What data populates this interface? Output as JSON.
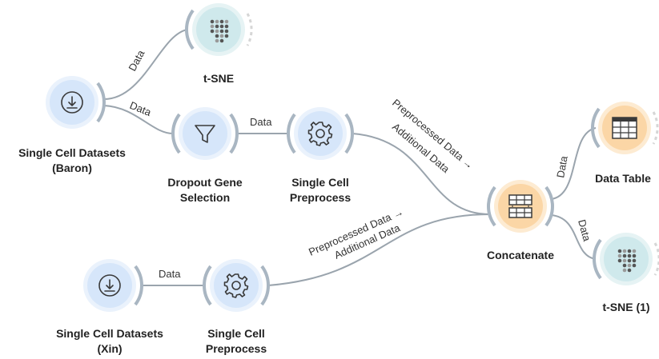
{
  "nodes": {
    "baron": {
      "label": "Single Cell Datasets\n(Baron)",
      "icon": "download-icon"
    },
    "xin": {
      "label": "Single Cell Datasets\n(Xin)",
      "icon": "download-icon"
    },
    "tsne": {
      "label": "t-SNE",
      "icon": "scatter-dots-icon"
    },
    "dropout": {
      "label": "Dropout Gene\nSelection",
      "icon": "funnel-icon"
    },
    "preprocess1": {
      "label": "Single Cell\nPreprocess",
      "icon": "gear-icon"
    },
    "preprocess2": {
      "label": "Single Cell\nPreprocess",
      "icon": "gear-icon"
    },
    "concatenate": {
      "label": "Concatenate",
      "icon": "concatenate-table-icon"
    },
    "data_table": {
      "label": "Data Table",
      "icon": "table-icon"
    },
    "tsne1": {
      "label": "t-SNE (1)",
      "icon": "scatter-dots-icon"
    }
  },
  "edges": {
    "baron_tsne": {
      "label": "Data"
    },
    "baron_dropout": {
      "label": "Data"
    },
    "dropout_preprocess1": {
      "label": "Data"
    },
    "preprocess1_concat_line1": {
      "label": "Preprocessed Data →"
    },
    "preprocess1_concat_line2": {
      "label": "Additional Data"
    },
    "xin_preprocess2": {
      "label": "Data"
    },
    "preprocess2_concat_line1": {
      "label": "Preprocessed Data →"
    },
    "preprocess2_concat_line2": {
      "label": "Additional Data"
    },
    "concat_table": {
      "label": "Data"
    },
    "concat_tsne1": {
      "label": "Data"
    }
  },
  "colors": {
    "blue_node_fill": "#dbe8fa",
    "blue_node_ring": "#c6d8f2",
    "orange_node_fill": "#fbd9ad",
    "teal_node_fill": "#d5ecee",
    "edge": "#9aa4ad"
  }
}
